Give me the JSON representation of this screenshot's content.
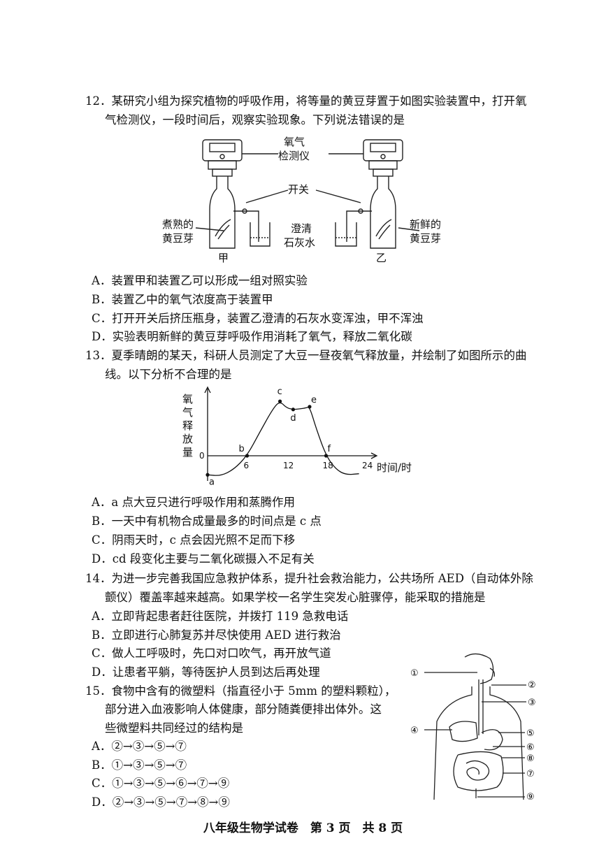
{
  "q12": {
    "stem_line1": "12．某研究小组为探究植物的呼吸作用，将等量的黄豆芽置于如图实验装置中，打开氧",
    "stem_line2": "气检测仪，一段时间后，观察实验现象。下列说法错误的是",
    "fig": {
      "oxygen_meter": "氧气",
      "oxygen_meter2": "检测仪",
      "switch": "开关",
      "cooked1": "煮熟的",
      "cooked2": "黄豆芽",
      "fresh1": "新鲜的",
      "fresh2": "黄豆芽",
      "lime1": "澄清",
      "lime2": "石灰水",
      "jia": "甲",
      "yi": "乙"
    },
    "options": {
      "A": "A．装置甲和装置乙可以形成一组对照实验",
      "B": "B．装置乙中的氧气浓度高于装置甲",
      "C": "C．打开开关后挤压瓶身，装置乙澄清的石灰水变浑浊，甲不浑浊",
      "D": "D．实验表明新鲜的黄豆芽呼吸作用消耗了氧气，释放二氧化碳"
    }
  },
  "q13": {
    "stem_line1": "13．夏季晴朗的某天，科研人员测定了大豆一昼夜氧气释放量，并绘制了如图所示的曲",
    "stem_line2": "线。以下分析不合理的是",
    "options": {
      "A": "A．a 点大豆只进行呼吸作用和蒸腾作用",
      "B": "B．一天中有机物合成量最多的时间点是 c 点",
      "C": "C．阴雨天时，c 点会因光照不足而下移",
      "D": "D．cd 段变化主要与二氧化碳摄入不足有关"
    }
  },
  "chart_data": {
    "type": "line",
    "ylabel": "氧气释放量",
    "xlabel": "时间/时",
    "x_ticks": [
      "0",
      "6",
      "12",
      "18",
      "24"
    ],
    "points": [
      {
        "label": "a",
        "x": 0,
        "y": -0.35
      },
      {
        "label": "b",
        "x": 6,
        "y": 0
      },
      {
        "label": "c",
        "x": 11,
        "y": 1.0
      },
      {
        "label": "d",
        "x": 13,
        "y": 0.85
      },
      {
        "label": "e",
        "x": 15.5,
        "y": 0.9
      },
      {
        "label": "f",
        "x": 18,
        "y": 0
      }
    ],
    "curve": [
      [
        0,
        -0.35
      ],
      [
        2,
        -0.37
      ],
      [
        4,
        -0.25
      ],
      [
        6,
        0
      ],
      [
        8,
        0.45
      ],
      [
        10,
        0.88
      ],
      [
        11,
        1.0
      ],
      [
        12,
        0.88
      ],
      [
        13,
        0.85
      ],
      [
        14,
        0.86
      ],
      [
        15,
        0.88
      ],
      [
        15.5,
        0.9
      ],
      [
        16.5,
        0.5
      ],
      [
        18,
        0
      ],
      [
        19.5,
        -0.25
      ],
      [
        21,
        -0.35
      ],
      [
        23,
        -0.33
      ]
    ]
  },
  "q14": {
    "stem_line1": "14．为进一步完善我国应急救护体系，提升社会救治能力，公共场所 AED（自动体外除",
    "stem_line2": "颤仪）覆盖率越来越高。如果学校一名学生突发心脏骤停，能采取的措施是",
    "options": {
      "A": "A．立即背起患者赶往医院，并拨打 119 急救电话",
      "B": "B．立即进行心肺复苏并尽快使用 AED 进行救治",
      "C": "C．做人工呼吸时，先口对口吹气，再开放气道",
      "D": "D．让患者平躺，等待医护人员到达后再处理"
    }
  },
  "q15": {
    "stem_line1": "15．食物中含有的微塑料（指直径小于 5mm 的塑料颗粒），",
    "stem_line2": "部分进入血液影响人体健康，部分随粪便排出体外。这",
    "stem_line3": "些微塑料共同经过的结构是",
    "options": {
      "A": "A．②→③→⑤→⑦",
      "B": "B．①→③→⑤→⑦",
      "C": "C．①→③→⑤→⑥→⑦→⑨",
      "D": "D．②→③→⑤→⑦→⑧→⑨"
    },
    "fig_labels": [
      "①",
      "②",
      "③",
      "④",
      "⑤",
      "⑥",
      "⑧",
      "⑦",
      "⑨"
    ]
  },
  "footer": "八年级生物学试卷　第 3 页　共 8 页"
}
